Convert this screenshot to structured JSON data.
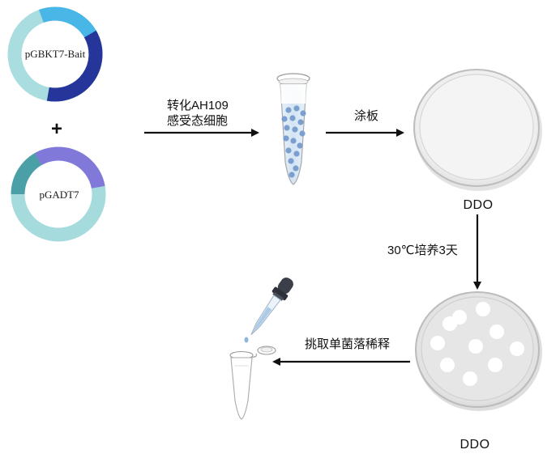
{
  "plasmids": {
    "bait": {
      "label": "pGBKT7-Bait",
      "colors": {
        "light": "#a9dde0",
        "sky": "#49b6e8",
        "navy": "#25359a",
        "inner": "#ffffff"
      }
    },
    "prey": {
      "label": "pGADT7",
      "colors": {
        "light": "#a6dbdd",
        "teal": "#4aa0a6",
        "purple": "#8079d9",
        "inner": "#ffffff"
      }
    },
    "plus_sign": "+"
  },
  "steps": {
    "transform": {
      "line1": "转化AH109",
      "line2": "感受态细胞"
    },
    "plating": "涂板",
    "incubation": "30℃培养3天",
    "pick_colony": "挑取单菌落稀释"
  },
  "plates": {
    "top_label": "DDO",
    "bottom_label": "DDO"
  },
  "colors": {
    "arrow": "#111111",
    "cells": "#7b9fcf",
    "tube_fill": "#d6e6f5",
    "plate_rim": "#bdbdbd",
    "dropper_bulb": "#3a3f4a"
  },
  "icons": {
    "tube_with_cells": "microcentrifuge-tube-icon",
    "empty_plate": "petri-dish-icon",
    "colony_plate": "petri-dish-colonies-icon",
    "dropper": "pipette-dropper-icon",
    "empty_tube": "open-eppendorf-tube-icon"
  }
}
